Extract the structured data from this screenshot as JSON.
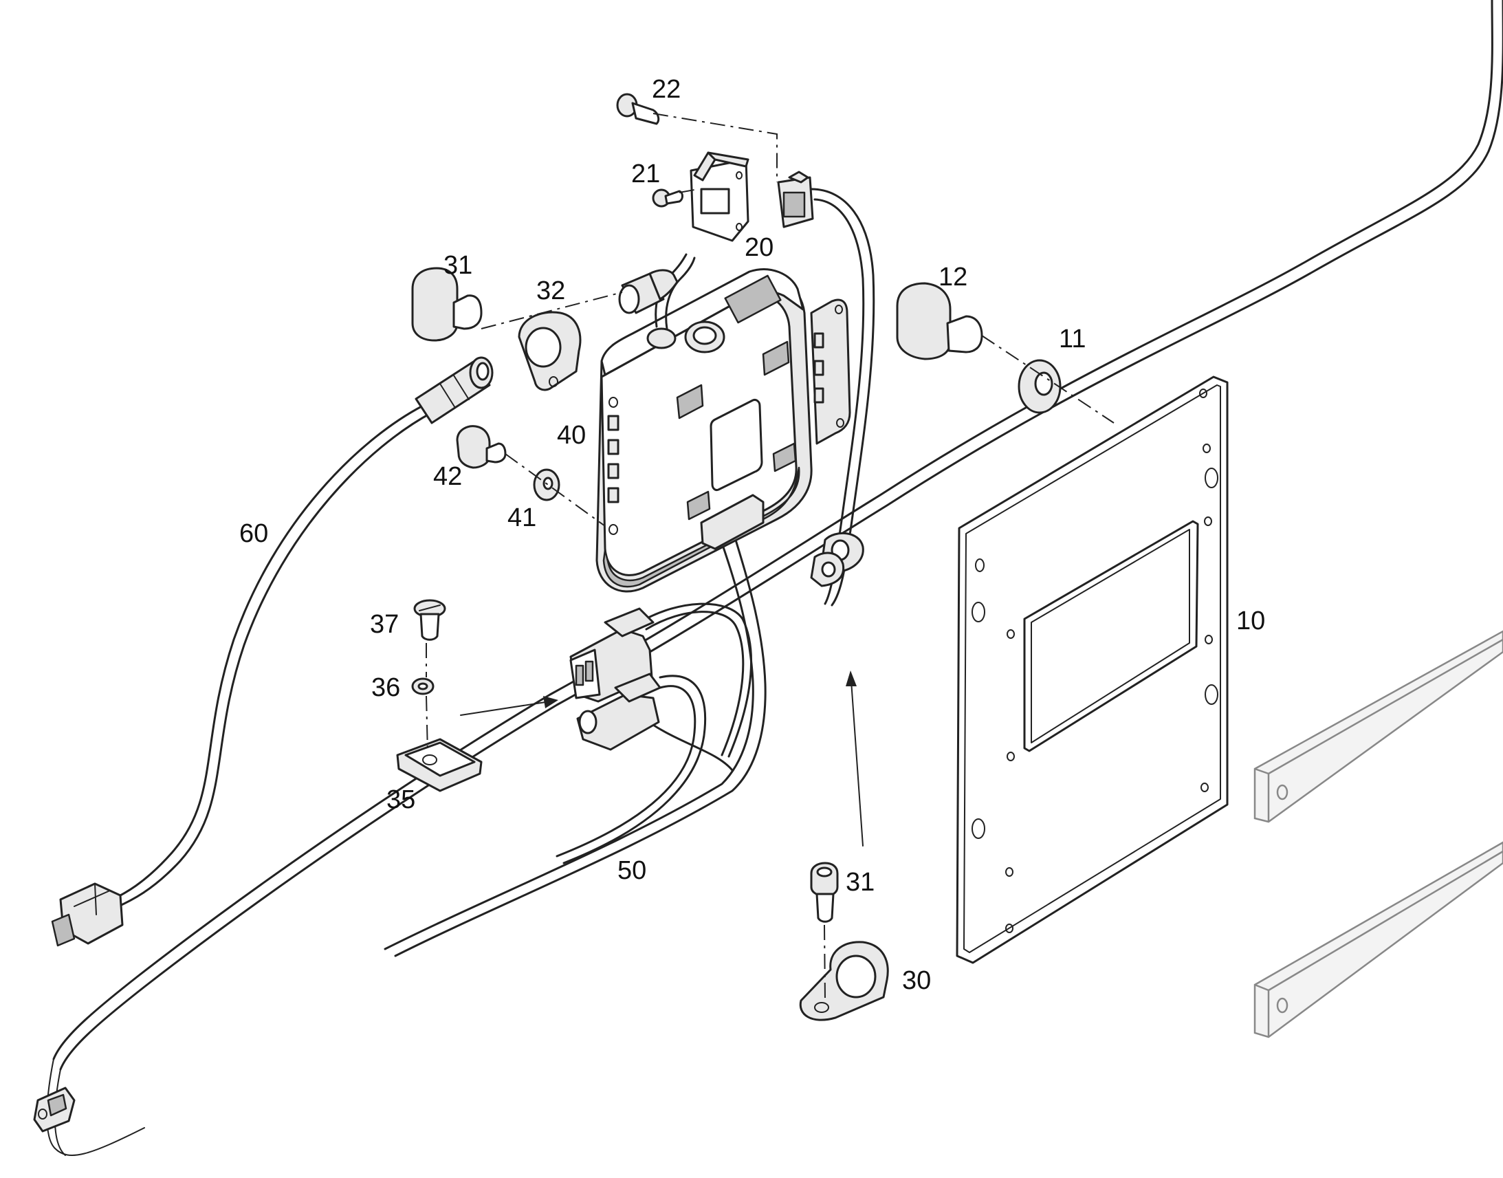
{
  "labels": {
    "p10": "10",
    "p11": "11",
    "p12": "12",
    "p20": "20",
    "p21": "21",
    "p22": "22",
    "p30": "30",
    "p31_top": "31",
    "p31_bottom": "31",
    "p32": "32",
    "p35": "35",
    "p36": "36",
    "p37": "37",
    "p40": "40",
    "p41": "41",
    "p42": "42",
    "p50": "50",
    "p60": "60"
  }
}
